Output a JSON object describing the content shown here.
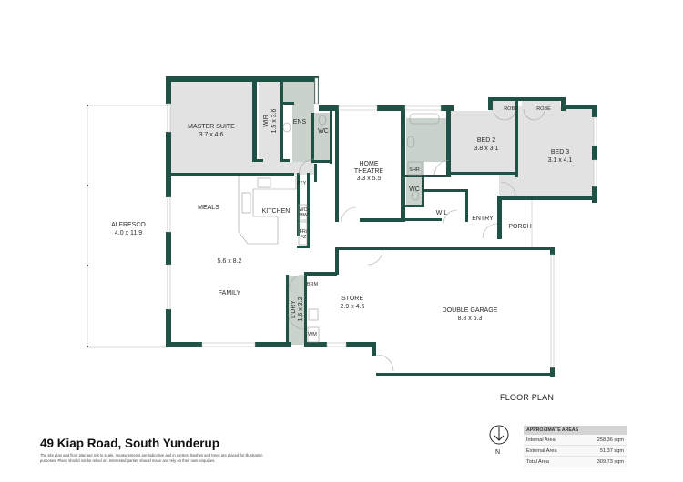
{
  "header": {
    "title": "49 Kiap Road, South Yunderup",
    "disclaimer": "The site plan and floor plan are not to scale, measurements are indicative and in metres. Bushes and trees are placed for illustration purposes. Plans should not be relied on. Interested parties should make and rely on their own enquiries."
  },
  "plan_label": "FLOOR PLAN",
  "compass": {
    "label": "N",
    "icon": "north-arrow-icon"
  },
  "colors": {
    "wall": "#1f5245",
    "room_grey": "#e2e2e2",
    "room_wet": "#c9d3cc",
    "background": "#ffffff"
  },
  "rooms": {
    "master": {
      "name": "MASTER SUITE",
      "size": "3.7 x 4.6"
    },
    "wir": {
      "name": "WIR",
      "size": "1.5 x 3.6"
    },
    "ens": {
      "name": "ENS"
    },
    "wc1": {
      "name": "WC"
    },
    "home_theatre": {
      "name1": "HOME",
      "name2": "THEATRE",
      "size": "3.3 x 5.5"
    },
    "bed2": {
      "name": "BED 2",
      "size": "3.8 x 3.1"
    },
    "bed3": {
      "name": "BED 3",
      "size": "3.1 x 4.1"
    },
    "robe1": {
      "name": "ROBE"
    },
    "robe2": {
      "name": "ROBE"
    },
    "shr": {
      "name": "SHR"
    },
    "wc2": {
      "name": "WC"
    },
    "wil": {
      "name": "WIL"
    },
    "entry": {
      "name": "ENTRY"
    },
    "porch": {
      "name": "PORCH"
    },
    "alfresco": {
      "name": "ALFRESCO",
      "size": "4.0 x 11.9"
    },
    "meals": {
      "name": "MEALS"
    },
    "kitchen": {
      "name": "KITCHEN"
    },
    "pty": {
      "name": "PTY"
    },
    "womw": {
      "line1": "WO",
      "line2": "MW"
    },
    "frfz": {
      "line1": "FR/",
      "line2": "FZ"
    },
    "family": {
      "name": "FAMILY",
      "size": "5.6 x 8.2"
    },
    "ldry": {
      "name": "L'DRY",
      "size": "1.6 x 3.2"
    },
    "brm": {
      "name": "BRM"
    },
    "wm": {
      "name": "WM"
    },
    "store": {
      "name": "STORE",
      "size": "2.9 x 4.5"
    },
    "garage": {
      "name": "DOUBLE GARAGE",
      "size": "8.8 x 6.3"
    }
  },
  "areas": {
    "heading": "APPROXIMATE AREAS",
    "rows": [
      {
        "label": "Internal Area",
        "value": "258.36 sqm"
      },
      {
        "label": "External Area",
        "value": "51.37 sqm"
      },
      {
        "label": "Total Area",
        "value": "309.73 sqm"
      }
    ]
  }
}
